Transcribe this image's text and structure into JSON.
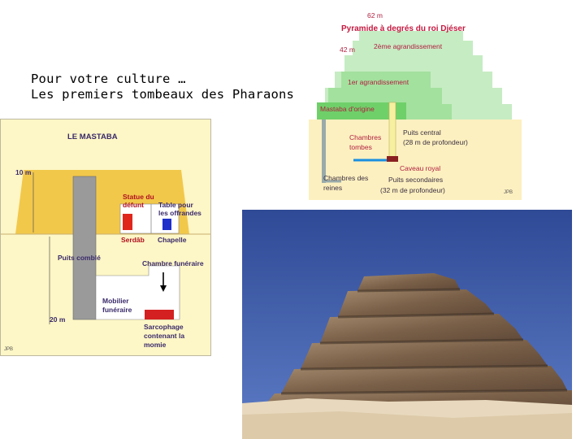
{
  "caption": {
    "line1": "Pour votre culture …",
    "line2": "Les premiers tombeaux des Pharaons"
  },
  "mastaba": {
    "title": "LE MASTABA",
    "height_top": "10 m",
    "height_bottom": "20 m",
    "statue_label_1": "Statue du",
    "statue_label_2": "défunt",
    "table_label_1": "Table pour",
    "table_label_2": "les offrandes",
    "serdab": "Serdâb",
    "chapelle": "Chapelle",
    "puits": "Puits comblé",
    "chambre": "Chambre funéraire",
    "mobilier_1": "Mobilier",
    "mobilier_2": "funéraire",
    "sarco_1": "Sarcophage",
    "sarco_2": "contenant la",
    "sarco_3": "momie",
    "credit": "JPB",
    "colors": {
      "sky": "#fdf6c6",
      "ground": "#fdf6c6",
      "mastaba": "#f2c84b",
      "shaft": "#9a9a9a",
      "chamber": "#ffffff",
      "statue": "#e0261b",
      "table": "#1f2fc9",
      "sarcophagus": "#d42020"
    }
  },
  "djoser": {
    "title": "Pyramide à degrés du roi Djéser",
    "h1": "62 m",
    "h2": "42 m",
    "stage3": "2ème agrandissement",
    "stage2": "1er agrandissement",
    "stage1": "Mastaba d'origine",
    "chambres": "Chambres",
    "tombes": "tombes",
    "puits_central": "Puits central",
    "puits_central_depth": "(28 m de profondeur)",
    "caveau": "Caveau royal",
    "puits_secondaires": "Puits secondaires",
    "puits_secondaires_depth": "(32 m de profondeur)",
    "chambres_des": "Chambres des",
    "reines": "reines",
    "credit": "JPB",
    "colors": {
      "stage3": "#c6ecc3",
      "stage2": "#a3e19e",
      "stage1": "#6fd06a",
      "ground": "#fdf0c0",
      "shaft": "#f7f0a0",
      "caveau": "#1a8fe0",
      "title": "#c41a40"
    }
  },
  "photo": {
    "colors": {
      "sky": "#3f5fae",
      "stone": "#8a7058",
      "sand": "#e8d9be"
    }
  }
}
